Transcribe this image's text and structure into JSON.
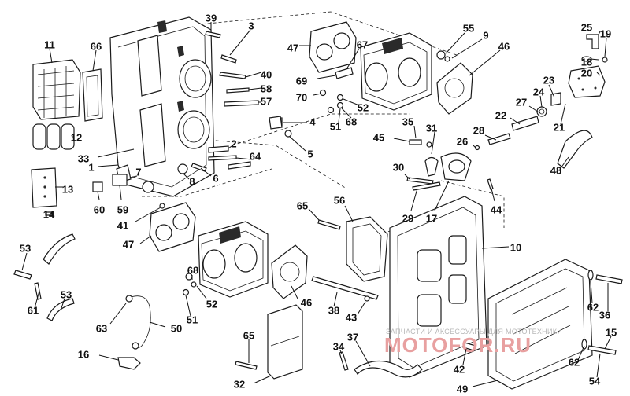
{
  "diagram": {
    "labels": [
      "39",
      "3",
      "55",
      "9",
      "46",
      "25",
      "19",
      "18",
      "20",
      "11",
      "66",
      "47",
      "67",
      "40",
      "69",
      "58",
      "57",
      "70",
      "52",
      "23",
      "24",
      "22",
      "27",
      "21",
      "4",
      "35",
      "31",
      "51",
      "68",
      "12",
      "45",
      "26",
      "28",
      "2",
      "64",
      "33",
      "5",
      "1",
      "6",
      "7",
      "8",
      "30",
      "48",
      "13",
      "60",
      "59",
      "65",
      "56",
      "44",
      "29",
      "17",
      "41",
      "14",
      "10",
      "47",
      "68",
      "53",
      "61",
      "46",
      "38",
      "52",
      "62",
      "43",
      "51",
      "36",
      "50",
      "63",
      "53",
      "15",
      "65",
      "34",
      "37",
      "16",
      "62",
      "42",
      "54",
      "32",
      "49"
    ],
    "colors": {
      "ink": "#111111",
      "watermark_big": "#e8a0a0",
      "watermark_small": "#b8b8b8"
    }
  },
  "watermark": {
    "line1": "ЗАПЧАСТИ И АКСЕССУАРЫ ДЛЯ МОТОТЕХНИКИ",
    "line2": "МОТОFОR.RU"
  }
}
